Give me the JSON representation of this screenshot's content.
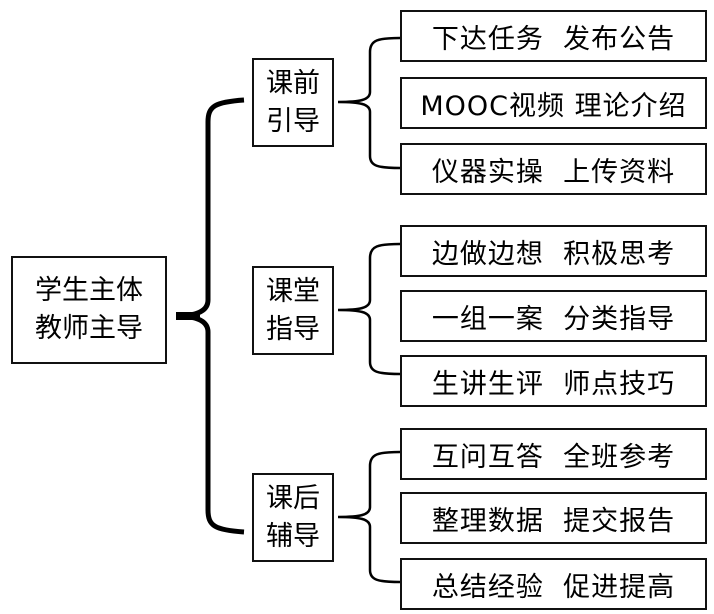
{
  "root": {
    "line1": "学生主体",
    "line2": "教师主导"
  },
  "stages": [
    {
      "line1": "课前",
      "line2": "引导",
      "items": [
        "下达任务  发布公告",
        "MOOC视频 理论介绍",
        "仪器实操  上传资料"
      ]
    },
    {
      "line1": "课堂",
      "line2": "指导",
      "items": [
        "边做边想  积极思考",
        "一组一案  分类指导",
        "生讲生评  师点技巧"
      ]
    },
    {
      "line1": "课后",
      "line2": "辅导",
      "items": [
        "互问互答  全班参考",
        "整理数据  提交报告",
        "总结经验  促进提高"
      ]
    }
  ]
}
